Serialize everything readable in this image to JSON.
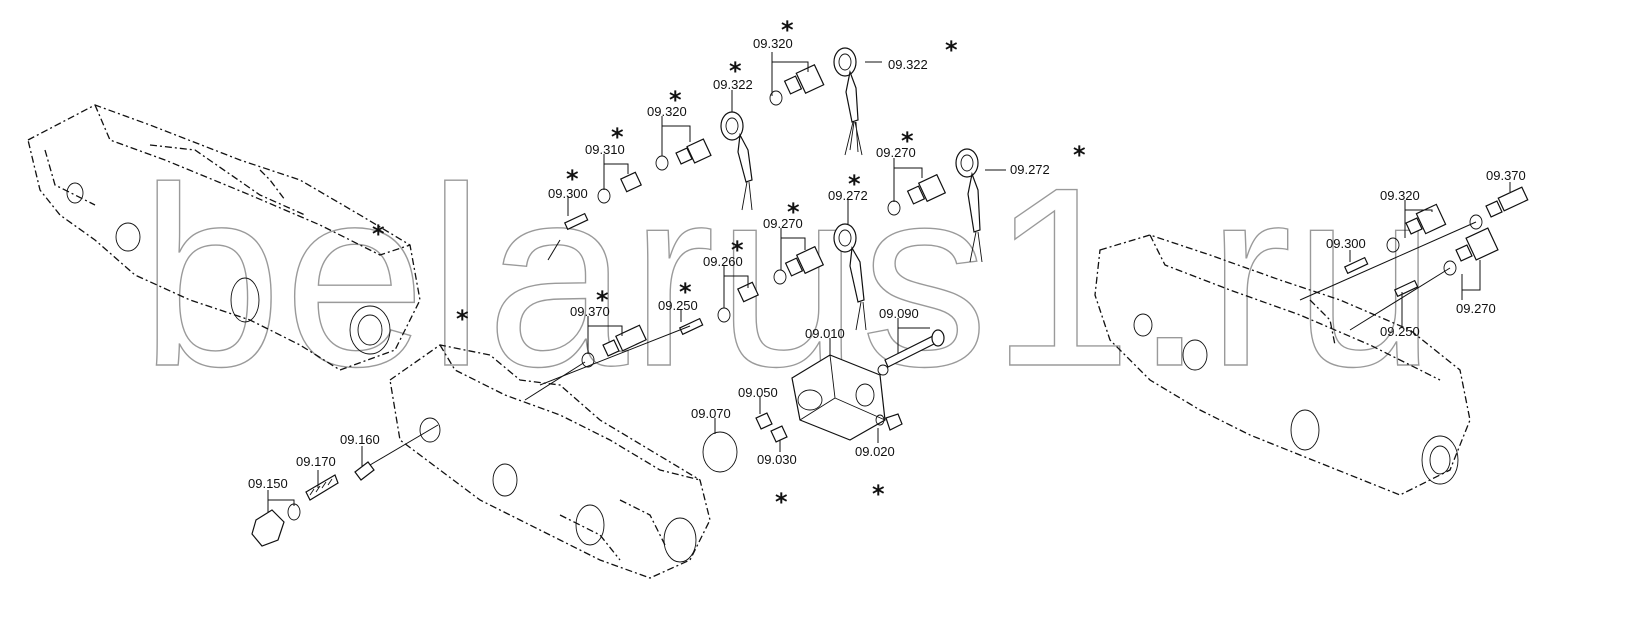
{
  "watermark": "belarus1.ru",
  "asterisk": "*",
  "labels": {
    "p09_320_top": "09.320",
    "p09_322_top": "09.322",
    "p09_322_right": "09.322",
    "p09_320_mid": "09.320",
    "p09_310": "09.310",
    "p09_300": "09.300",
    "p09_270_mid": "09.270",
    "p09_272_right": "09.272",
    "p09_272_mid": "09.272",
    "p09_270_low": "09.270",
    "p09_260": "09.260",
    "p09_250": "09.250",
    "p09_370": "09.370",
    "p09_090": "09.090",
    "p09_010": "09.010",
    "p09_050": "09.050",
    "p09_070": "09.070",
    "p09_030": "09.030",
    "p09_020": "09.020",
    "p09_160": "09.160",
    "p09_170": "09.170",
    "p09_150": "09.150",
    "r09_370": "09.370",
    "r09_320": "09.320",
    "r09_300": "09.300",
    "r09_270": "09.270",
    "r09_250": "09.250"
  }
}
